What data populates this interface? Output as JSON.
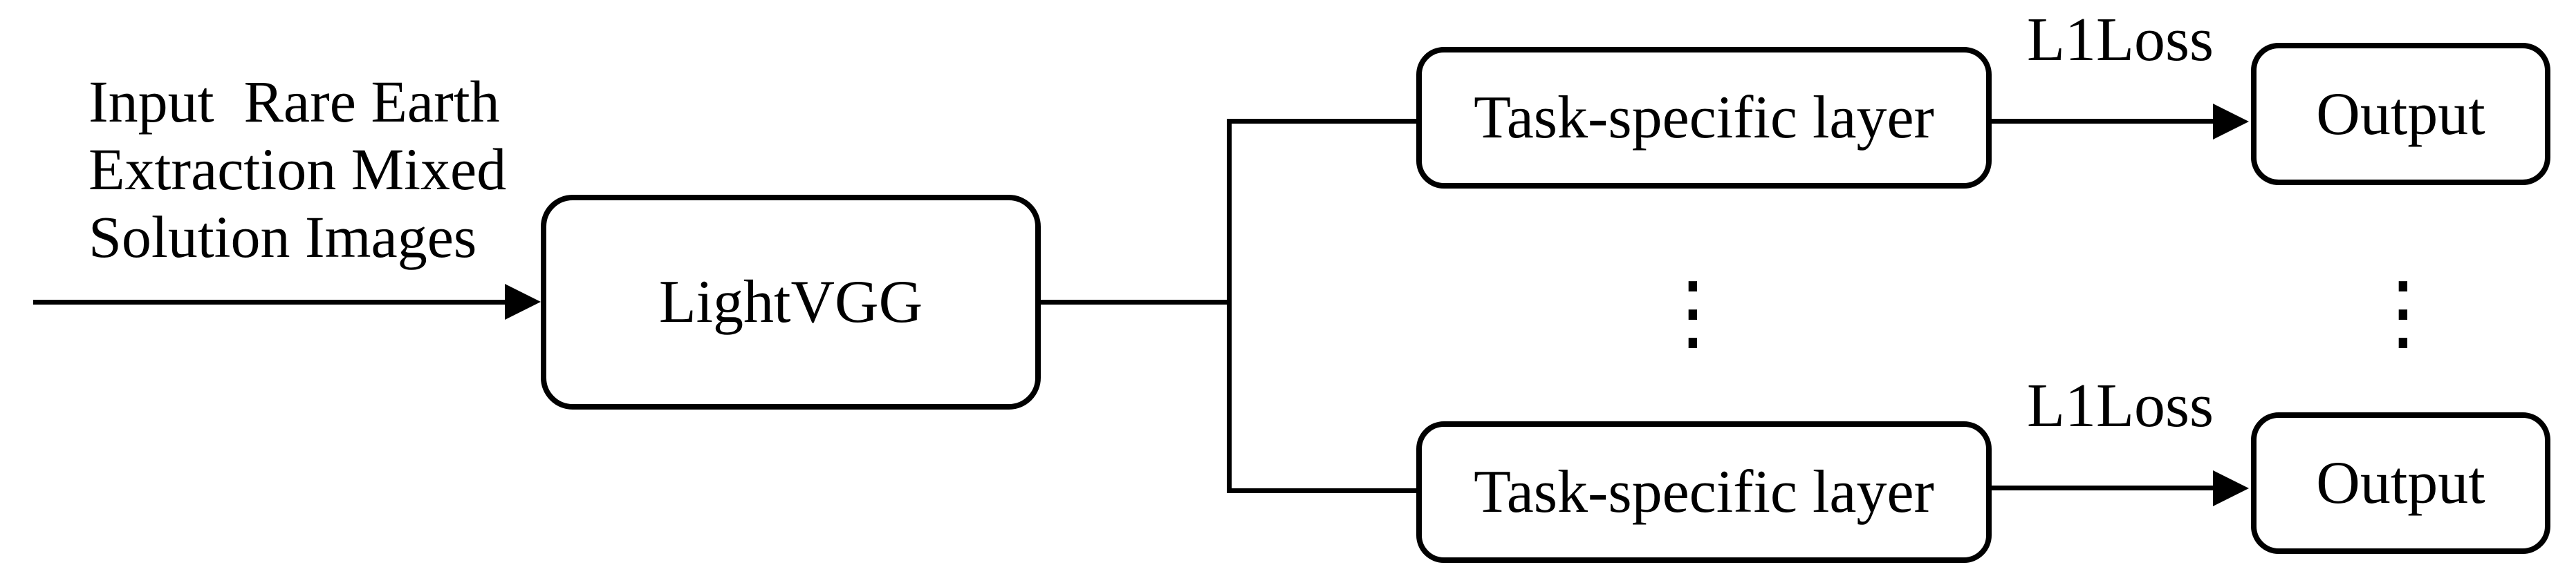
{
  "diagram": {
    "title": "Multi-task network architecture diagram",
    "colors": {
      "background": "#ffffff",
      "stroke": "#000000",
      "text": "#000000"
    },
    "input_label": "Input  Rare Earth\nExtraction Mixed\nSolution Images",
    "backbone": {
      "label": "LightVGG"
    },
    "branches": {
      "top": {
        "task_label": "Task-specific layer",
        "loss_label": "L1Loss",
        "output_label": "Output"
      },
      "bottom": {
        "task_label": "Task-specific layer",
        "loss_label": "L1Loss",
        "output_label": "Output"
      }
    },
    "ellipsis": "⋮"
  }
}
